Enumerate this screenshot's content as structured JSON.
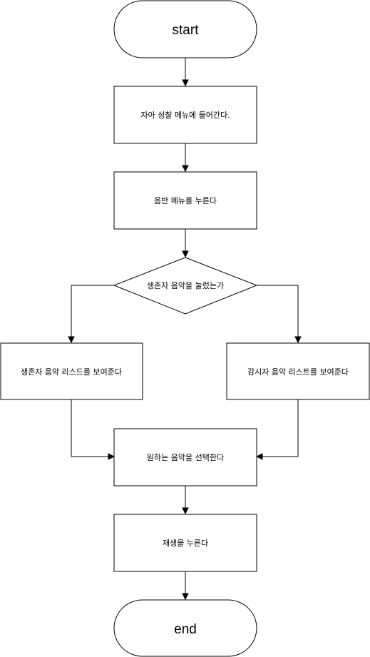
{
  "diagram": {
    "nodes": {
      "start": {
        "label": "start",
        "shape": "terminal"
      },
      "enter_menu": {
        "label": "자아 성찰 메뉴에 들어간다.",
        "shape": "process"
      },
      "press_album": {
        "label": "음반 메뉴를 누른다",
        "shape": "process"
      },
      "decision_survivor": {
        "label": "생존자 음악을 눌렀는가",
        "shape": "decision"
      },
      "show_survivor_list": {
        "label": "생존자 음악 리스드를 보여준다",
        "shape": "process"
      },
      "show_watcher_list": {
        "label": "감시자 음악 리스트를 보여준다",
        "shape": "process"
      },
      "select_music": {
        "label": "원하는 음악을 선택한다",
        "shape": "process"
      },
      "press_play": {
        "label": "재생을 누른다",
        "shape": "process"
      },
      "end": {
        "label": "end",
        "shape": "terminal"
      }
    },
    "edges": [
      {
        "from": "start",
        "to": "enter_menu"
      },
      {
        "from": "enter_menu",
        "to": "press_album"
      },
      {
        "from": "press_album",
        "to": "decision_survivor"
      },
      {
        "from": "decision_survivor",
        "to": "show_survivor_list"
      },
      {
        "from": "decision_survivor",
        "to": "show_watcher_list"
      },
      {
        "from": "show_survivor_list",
        "to": "select_music"
      },
      {
        "from": "show_watcher_list",
        "to": "select_music"
      },
      {
        "from": "select_music",
        "to": "press_play"
      },
      {
        "from": "press_play",
        "to": "end"
      }
    ]
  }
}
